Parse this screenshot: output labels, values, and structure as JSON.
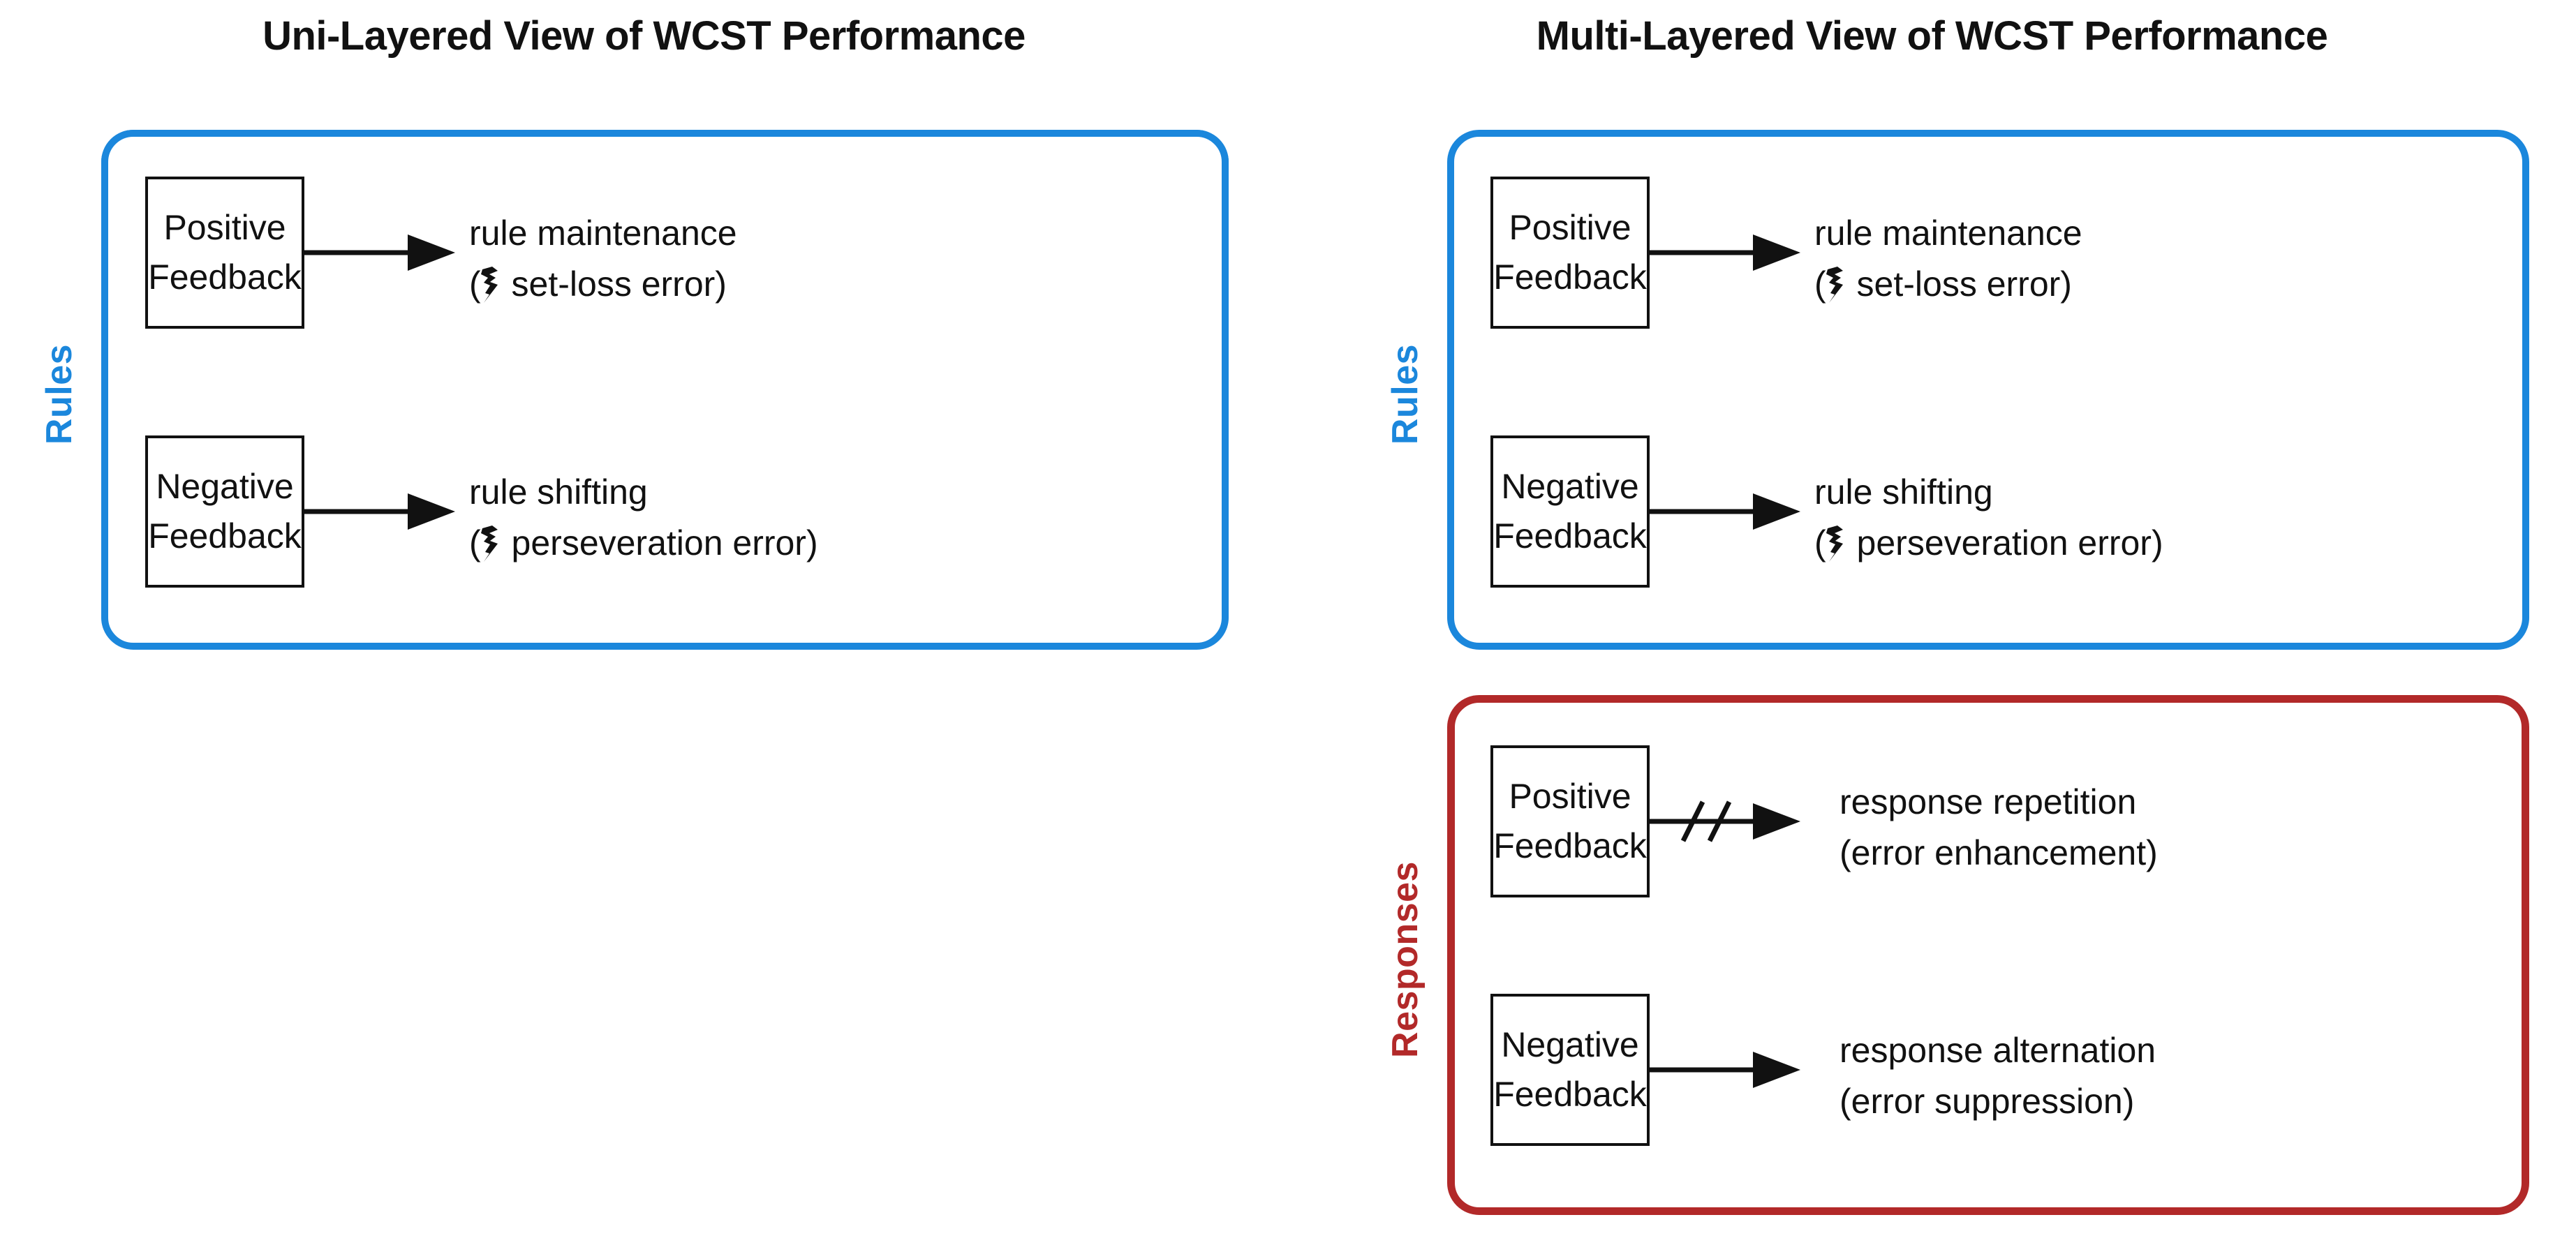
{
  "panels": {
    "left": {
      "title": "Uni-Layered View of WCST Performance",
      "groups": [
        {
          "side_label": "Rules",
          "color": "#1B87DC",
          "rows": [
            {
              "box_line1": "Positive",
              "box_line2": "Feedback",
              "arrow": "solid-arrow",
              "outcome_line1": "rule maintenance",
              "outcome_prefix": "(",
              "outcome_icon": "lightning-bolt-icon",
              "outcome_line2": " set-loss error)"
            },
            {
              "box_line1": "Negative",
              "box_line2": "Feedback",
              "arrow": "solid-arrow",
              "outcome_line1": "rule shifting",
              "outcome_prefix": "(",
              "outcome_icon": "lightning-bolt-icon",
              "outcome_line2": " perseveration error)"
            }
          ]
        }
      ]
    },
    "right": {
      "title": "Multi-Layered View of WCST Performance",
      "groups": [
        {
          "side_label": "Rules",
          "color": "#1B87DC",
          "rows": [
            {
              "box_line1": "Positive",
              "box_line2": "Feedback",
              "arrow": "solid-arrow",
              "outcome_line1": "rule maintenance",
              "outcome_prefix": "(",
              "outcome_icon": "lightning-bolt-icon",
              "outcome_line2": " set-loss error)"
            },
            {
              "box_line1": "Negative",
              "box_line2": "Feedback",
              "arrow": "solid-arrow",
              "outcome_line1": "rule shifting",
              "outcome_prefix": "(",
              "outcome_icon": "lightning-bolt-icon",
              "outcome_line2": " perseveration error)"
            }
          ]
        },
        {
          "side_label": "Responses",
          "color": "#B22929",
          "rows": [
            {
              "box_line1": "Positive",
              "box_line2": "Feedback",
              "arrow": "blocked-arrow",
              "outcome_line1": "response repetition",
              "outcome_line2": "(error enhancement)"
            },
            {
              "box_line1": "Negative",
              "box_line2": "Feedback",
              "arrow": "solid-arrow",
              "outcome_line1": "response alternation",
              "outcome_line2": "(error suppression)"
            }
          ]
        }
      ]
    }
  }
}
